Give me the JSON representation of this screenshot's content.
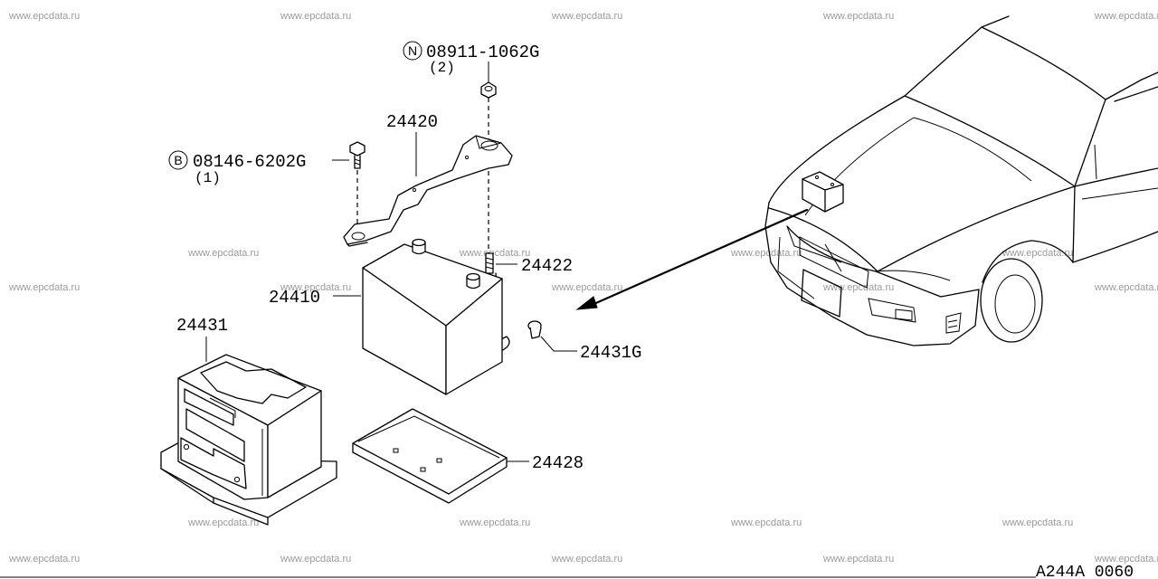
{
  "watermark": "www.epcdata.ru",
  "diagram_code": "A244A 0060",
  "callouts": {
    "nut": {
      "symbol": "N",
      "part": "08911-1062G",
      "qty": "(2)"
    },
    "bolt": {
      "symbol": "B",
      "part": "08146-6202G",
      "qty": "(1)"
    },
    "bracket": "24420",
    "rod": "24422",
    "battery": "24410",
    "cover": "24431",
    "clip": "24431G",
    "tray": "24428"
  }
}
